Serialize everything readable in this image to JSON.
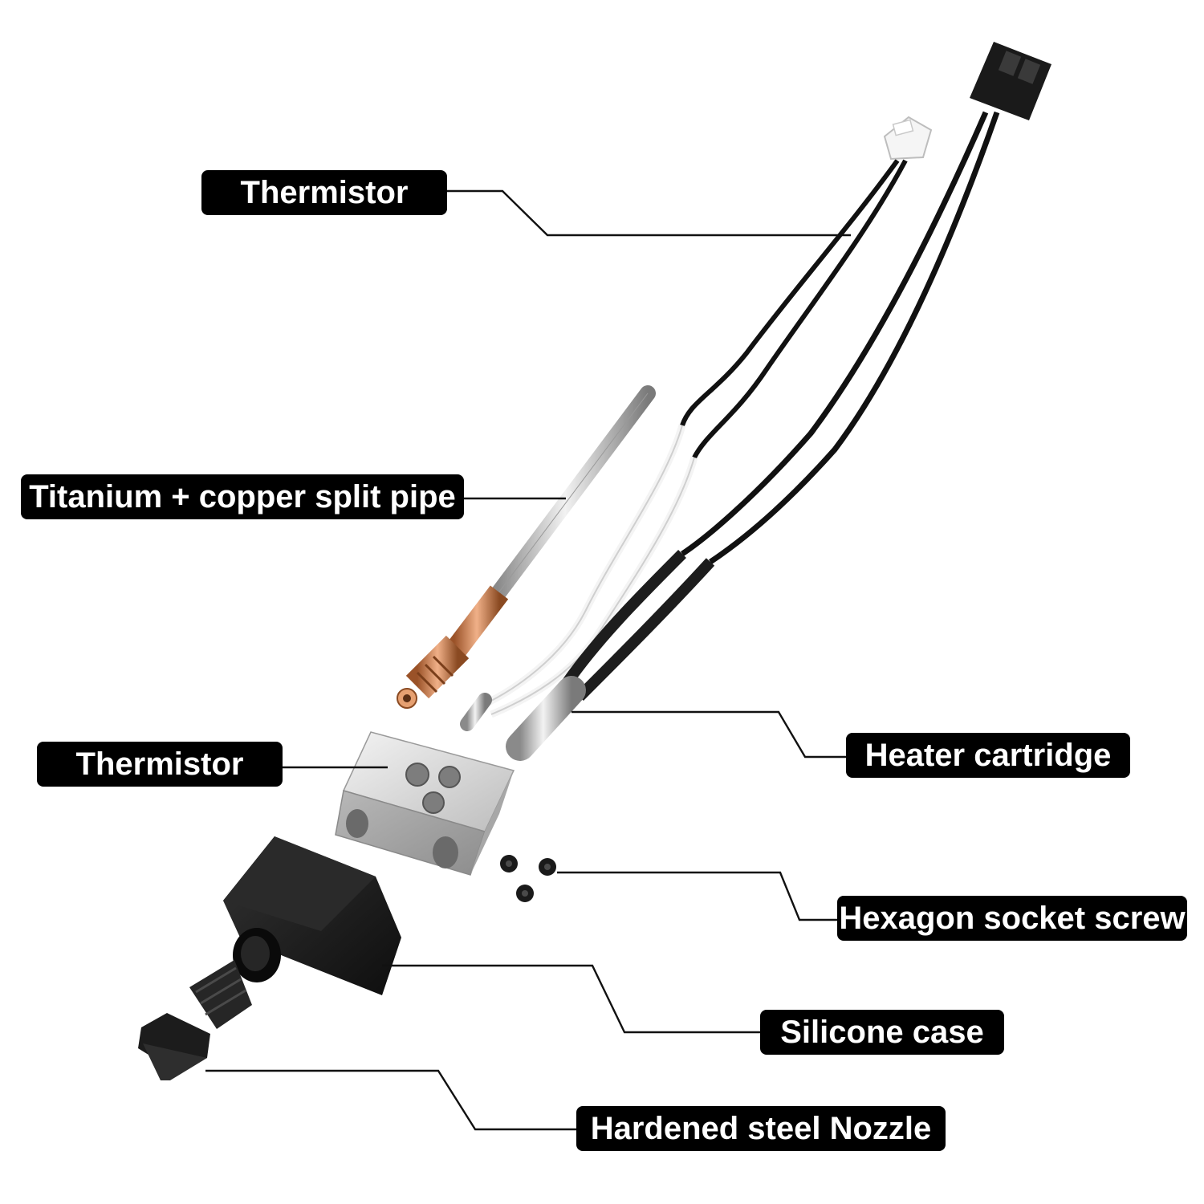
{
  "labels": {
    "thermistor_top": "Thermistor",
    "split_pipe": "Titanium + copper split pipe",
    "thermistor_block": "Thermistor",
    "heater_cartridge": "Heater cartridge",
    "hex_screw": "Hexagon socket screw",
    "silicone_case": "Silicone case",
    "nozzle": "Hardened steel Nozzle"
  },
  "colors": {
    "label_bg": "#000000",
    "label_text": "#ffffff",
    "leader_line": "#111111",
    "copper": "#d98a5a",
    "steel": "#c4c4c4",
    "aluminum": "#d2d2d2",
    "silicone": "#1c1c1c"
  }
}
